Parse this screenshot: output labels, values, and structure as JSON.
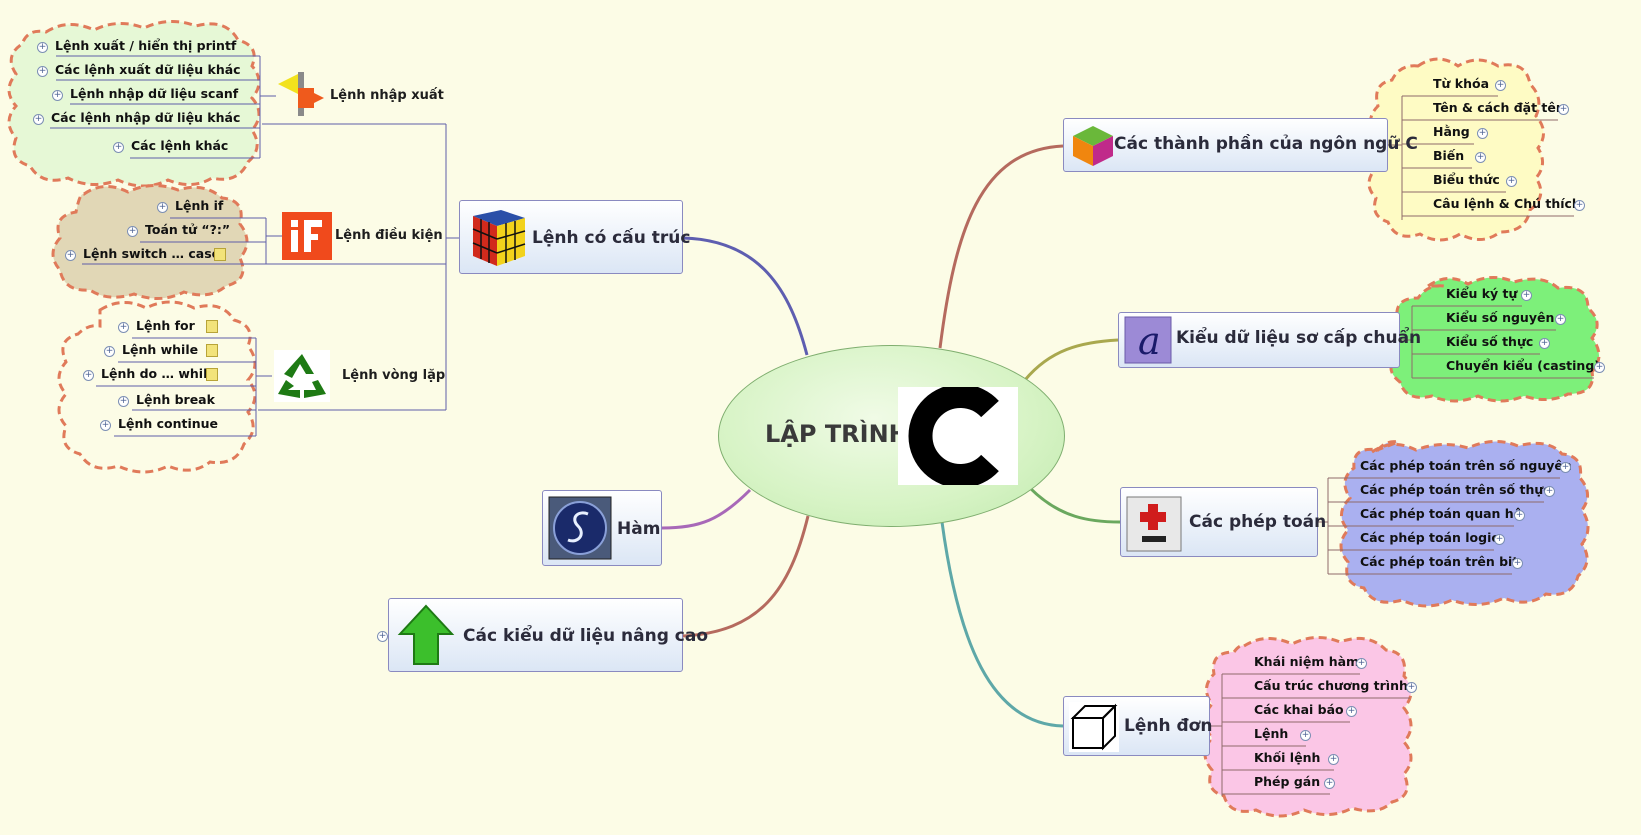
{
  "central": {
    "title": "LẬP TRÌNH"
  },
  "right": {
    "components": {
      "label": "Các thành phần của ngôn ngữ C",
      "icon": "colored-cube-icon",
      "items": [
        "Từ khóa",
        "Tên & cách đặt tên",
        "Hằng",
        "Biến",
        "Biểu thức",
        "Câu lệnh & Chú thích"
      ]
    },
    "datatypes": {
      "label": "Kiểu dữ liệu sơ cấp chuẩn",
      "icon": "italic-a-icon",
      "items": [
        "Kiểu ký tự",
        "Kiểu số nguyên",
        "Kiểu số thực",
        "Chuyển kiểu (casting)"
      ]
    },
    "operators": {
      "label": "Các phép toán",
      "icon": "plus-minus-icon",
      "items": [
        "Các phép toán trên số nguyên",
        "Các phép toán trên số thực",
        "Các phép toán quan hệ",
        "Các phép toán logic",
        "Các phép toán trên bit"
      ]
    },
    "simple": {
      "label": "Lệnh đơn",
      "icon": "wireframe-cube-icon",
      "items": [
        "Khái niệm hàm",
        "Cấu trúc chương trình",
        "Các khai báo",
        "Lệnh",
        "Khối lệnh",
        "Phép gán"
      ]
    }
  },
  "left": {
    "structured": {
      "label": "Lệnh có cấu trúc",
      "icon": "rubiks-cube-icon",
      "io": {
        "label": "Lệnh nhập xuất",
        "icon": "direction-sign-icon",
        "items": [
          "Lệnh xuất / hiển thị  printf",
          "Các lệnh xuất dữ liệu khác",
          "Lệnh nhập dữ liệu scanf",
          "Các lệnh nhập dữ liệu khác",
          "Các lệnh khác"
        ]
      },
      "cond": {
        "label": "Lệnh điều kiện",
        "icon": "if-icon",
        "items": [
          "Lệnh if",
          "Toán tử “?:”",
          "Lệnh switch … case"
        ]
      },
      "loop": {
        "label": "Lệnh vòng lặp",
        "icon": "recycle-icon",
        "items": [
          "Lệnh for",
          "Lệnh while",
          "Lệnh do … while",
          "Lệnh break",
          "Lệnh continue"
        ]
      }
    },
    "func": {
      "label": "Hàm",
      "icon": "s-logo-icon"
    },
    "advanced": {
      "label": "Các kiểu dữ liệu nâng cao",
      "icon": "green-arrow-icon"
    }
  },
  "colors": {
    "background": "#fcfce6",
    "cloud_yellow": "#fefbc4",
    "cloud_green": "#7df07a",
    "cloud_purple": "#aab0f0",
    "cloud_pink": "#fbc6e6",
    "cloud_tan": "#e1d7b6",
    "cloud_lightgreen": "#e6f8d6",
    "cloud_border": "#e07a5a"
  }
}
